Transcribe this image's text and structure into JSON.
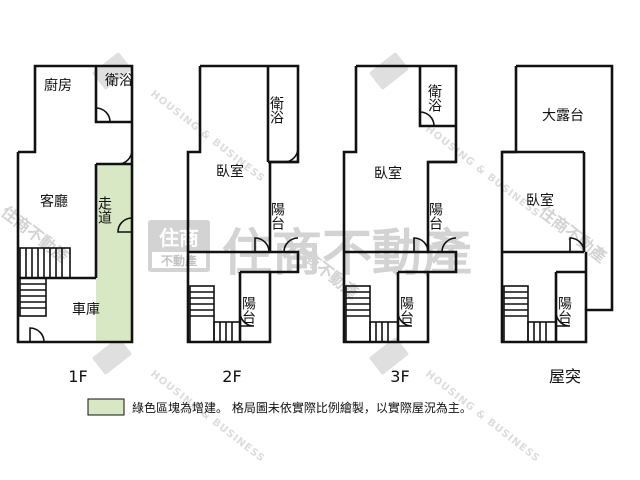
{
  "colors": {
    "addition_fill": "#d9e8c4",
    "wall": "#111111",
    "watermark": "#cfcfcf"
  },
  "floors": [
    {
      "label": "1F",
      "rooms": [
        "廚房",
        "衛浴",
        "客廳",
        "走道",
        "車庫"
      ]
    },
    {
      "label": "2F",
      "rooms": [
        "衛浴",
        "臥室",
        "陽台",
        "陽台"
      ]
    },
    {
      "label": "3F",
      "rooms": [
        "衛浴",
        "臥室",
        "陽台",
        "陽台"
      ]
    },
    {
      "label": "屋突",
      "rooms": [
        "大露台",
        "臥室",
        "陽台"
      ]
    }
  ],
  "watermark": {
    "company": "住商不動產",
    "logo_top": "住商",
    "logo_bottom": "不動產",
    "tagline": "HOUSING & BUSINESS"
  },
  "legend": {
    "text": "綠色區塊為增建。 格局圖未依實際比例繪製，以實際屋況為主。"
  }
}
